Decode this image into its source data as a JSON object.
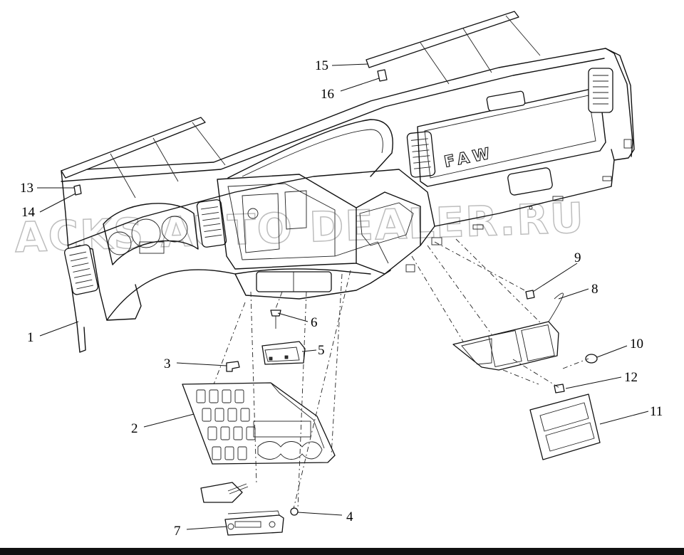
{
  "diagram": {
    "brand_badge": "FAW",
    "watermark": "ACKS AUTO DEALER.RU",
    "callouts": [
      {
        "id": 1,
        "label": "1"
      },
      {
        "id": 2,
        "label": "2"
      },
      {
        "id": 3,
        "label": "3"
      },
      {
        "id": 4,
        "label": "4"
      },
      {
        "id": 5,
        "label": "5"
      },
      {
        "id": 6,
        "label": "6"
      },
      {
        "id": 7,
        "label": "7"
      },
      {
        "id": 8,
        "label": "8"
      },
      {
        "id": 9,
        "label": "9"
      },
      {
        "id": 10,
        "label": "10"
      },
      {
        "id": 11,
        "label": "11"
      },
      {
        "id": 12,
        "label": "12"
      },
      {
        "id": 13,
        "label": "13"
      },
      {
        "id": 14,
        "label": "14"
      },
      {
        "id": 15,
        "label": "15"
      },
      {
        "id": 16,
        "label": "16"
      }
    ]
  }
}
